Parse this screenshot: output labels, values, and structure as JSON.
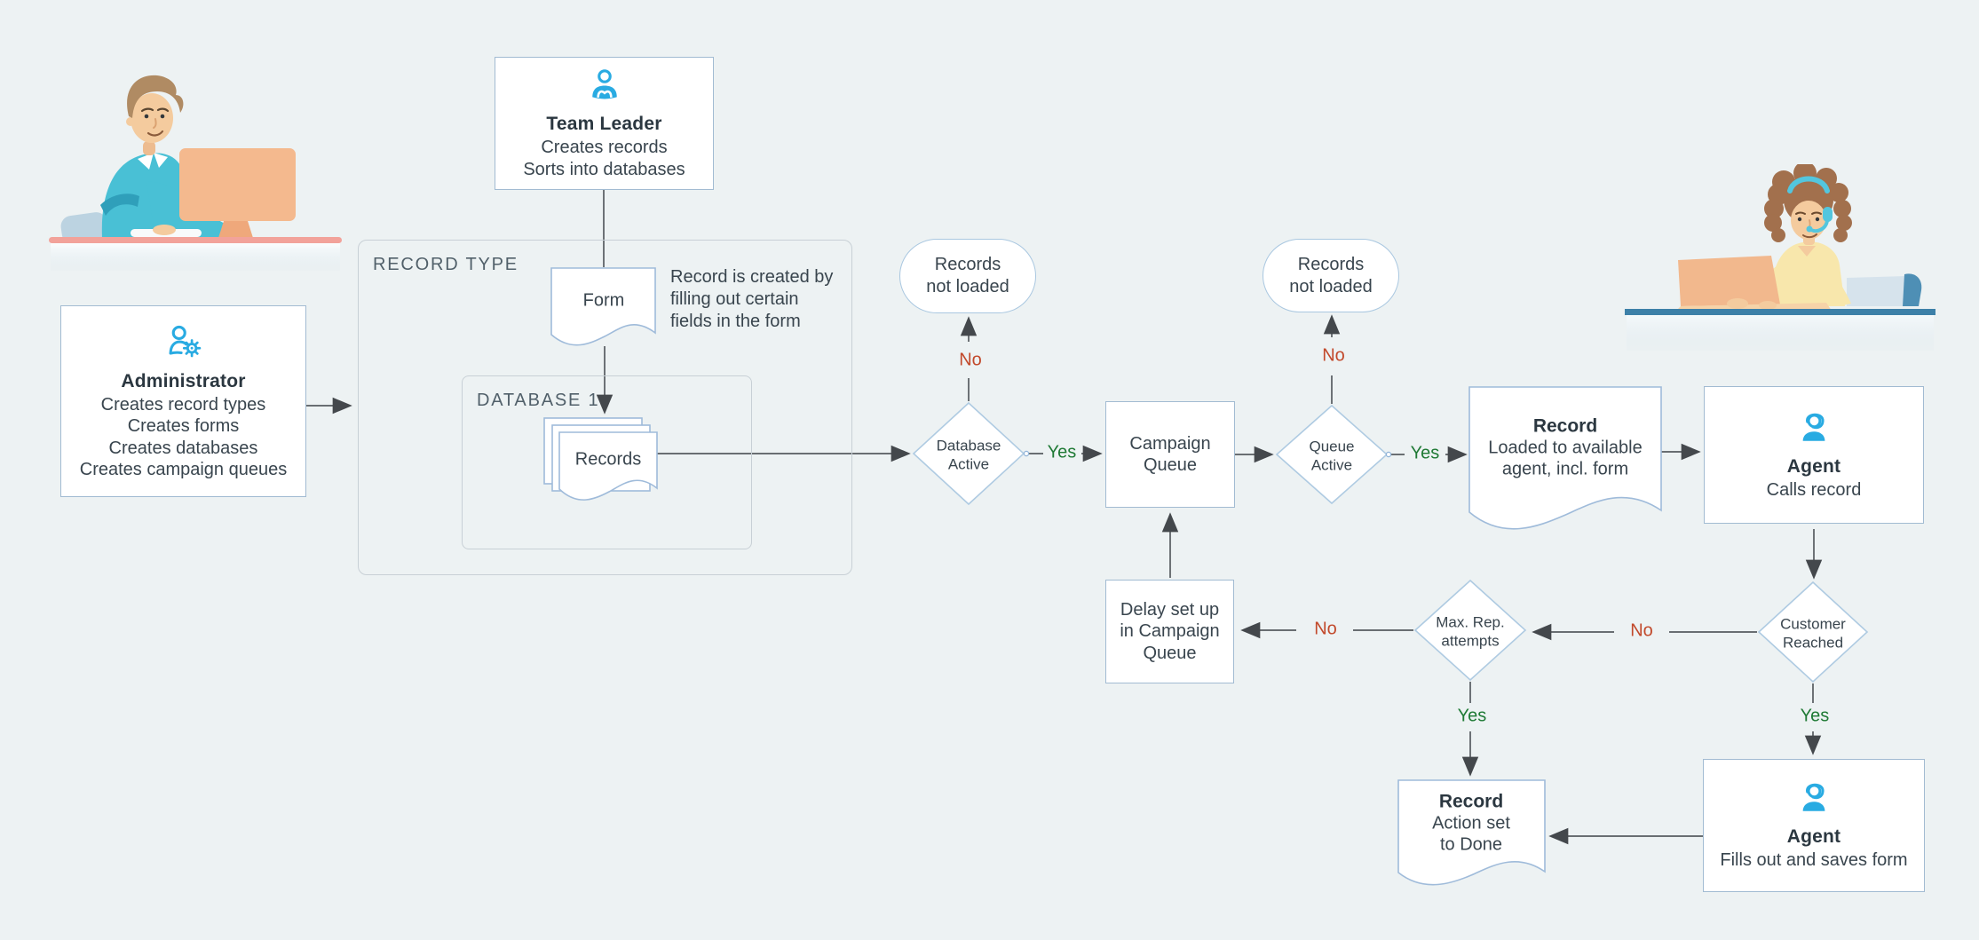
{
  "colors": {
    "background": "#EDF2F3",
    "accent": "#29ABE2",
    "yes": "#1F7A35",
    "no": "#C2492B"
  },
  "containers": {
    "record_type": {
      "label": "RECORD TYPE"
    },
    "database1": {
      "label": "DATABASE 1"
    }
  },
  "nodes": {
    "team_leader": {
      "icon": "team-icon",
      "title": "Team Leader",
      "body": "Creates records\nSorts into databases"
    },
    "administrator": {
      "icon": "user-gear-icon",
      "title": "Administrator",
      "body": "Creates record types\nCreates forms\nCreates databases\nCreates campaign queues"
    },
    "form": {
      "label": "Form"
    },
    "form_note": "Record is created by\nfilling out certain\nfields in the form",
    "records": {
      "label": "Records"
    },
    "records_not_loaded_left": {
      "label": "Records\nnot loaded"
    },
    "records_not_loaded_right": {
      "label": "Records\nnot loaded"
    },
    "database_active": {
      "label": "Database\nActive"
    },
    "campaign_queue": {
      "label": "Campaign\nQueue"
    },
    "queue_active": {
      "label": "Queue\nActive"
    },
    "record_loaded": {
      "title": "Record",
      "body": "Loaded to available\nagent, incl. form"
    },
    "agent_calls": {
      "icon": "agent-headset-icon",
      "title": "Agent",
      "body": "Calls record"
    },
    "customer_reached": {
      "label": "Customer\nReached"
    },
    "max_rep_attempts": {
      "label": "Max. Rep.\nattempts"
    },
    "delay_setup": {
      "label": "Delay set up\nin Campaign\nQueue"
    },
    "record_done": {
      "title": "Record",
      "body": "Action set\nto Done"
    },
    "agent_fills": {
      "icon": "agent-headset-icon",
      "title": "Agent",
      "body": "Fills out and saves form"
    }
  },
  "edge_labels": {
    "database_active_no": "No",
    "database_active_yes": "Yes",
    "queue_active_no": "No",
    "queue_active_yes": "Yes",
    "customer_reached_no": "No",
    "customer_reached_yes": "Yes",
    "max_rep_no": "No",
    "max_rep_yes": "Yes"
  }
}
